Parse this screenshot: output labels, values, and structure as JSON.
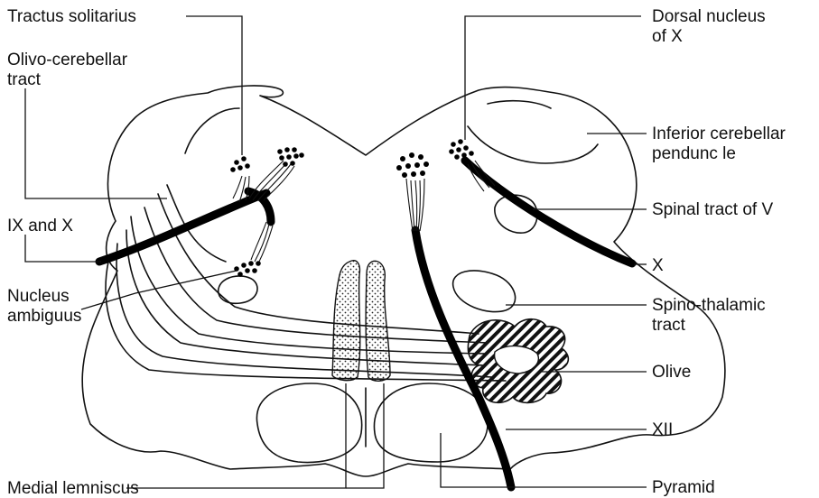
{
  "labels": {
    "tractus_solitarius": "Tractus solitarius",
    "olivo_cerebellar_1": "Olivo-cerebellar",
    "olivo_cerebellar_2": "tract",
    "ix_and_x": "IX and X",
    "nucleus_ambiguus_1": "Nucleus",
    "nucleus_ambiguus_2": "ambiguus",
    "medial_lemniscus": "Medial lemniscus",
    "dorsal_nucleus_1": "Dorsal nucleus",
    "dorsal_nucleus_2": "of X",
    "inferior_cerebellar_1": "Inferior cerebellar",
    "inferior_cerebellar_2": "pendunc le",
    "spinal_tract_v": "Spinal tract of V",
    "x_nerve": "X",
    "spino_thalamic_1": "Spino-thalamic",
    "spino_thalamic_2": "tract",
    "olive": "Olive",
    "xii": "XII",
    "pyramid": "Pyramid"
  },
  "colors": {
    "ink": "#111111",
    "background": "#ffffff"
  }
}
